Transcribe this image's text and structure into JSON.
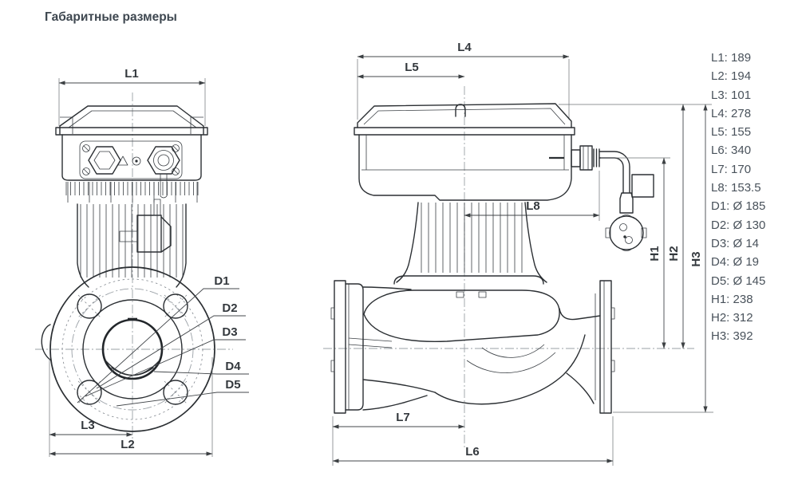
{
  "title": "Габаритные размеры",
  "colors": {
    "background": "#ffffff",
    "title_text": "#3e4750",
    "legend_text": "#49525b",
    "drawing_line": "#2b2f33",
    "dimension_line": "#43474b",
    "centerline": "#9aa0a6"
  },
  "legend": {
    "items": [
      {
        "label": "L1",
        "value": "189",
        "display": "L1: 189"
      },
      {
        "label": "L2",
        "value": "194",
        "display": "L2: 194"
      },
      {
        "label": "L3",
        "value": "101",
        "display": "L3: 101"
      },
      {
        "label": "L4",
        "value": "278",
        "display": "L4: 278"
      },
      {
        "label": "L5",
        "value": "155",
        "display": "L5: 155"
      },
      {
        "label": "L6",
        "value": "340",
        "display": "L6: 340"
      },
      {
        "label": "L7",
        "value": "170",
        "display": "L7: 170"
      },
      {
        "label": "L8",
        "value": "153.5",
        "display": "L8: 153.5"
      },
      {
        "label": "D1",
        "value": "Ø 185",
        "display": "D1: Ø 185"
      },
      {
        "label": "D2",
        "value": "Ø 130",
        "display": "D2: Ø 130"
      },
      {
        "label": "D3",
        "value": "Ø 14",
        "display": "D3: Ø 14"
      },
      {
        "label": "D4",
        "value": "Ø 19",
        "display": "D4: Ø 19"
      },
      {
        "label": "D5",
        "value": "Ø 145",
        "display": "D5: Ø 145"
      },
      {
        "label": "H1",
        "value": "238",
        "display": "H1: 238"
      },
      {
        "label": "H2",
        "value": "312",
        "display": "H2: 312"
      },
      {
        "label": "H3",
        "value": "392",
        "display": "H3: 392"
      }
    ]
  },
  "dims": {
    "l1": "L1",
    "l2": "L2",
    "l3": "L3",
    "l4": "L4",
    "l5": "L5",
    "l6": "L6",
    "l7": "L7",
    "l8": "L8",
    "d1": "D1",
    "d2": "D2",
    "d3": "D3",
    "d4": "D4",
    "d5": "D5",
    "h1": "H1",
    "h2": "H2",
    "h3": "H3"
  }
}
